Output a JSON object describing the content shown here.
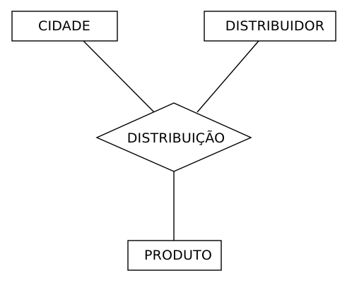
{
  "entities": {
    "cidade": "CIDADE",
    "distribuidor": "DISTRIBUIDOR",
    "produto": "PRODUTO"
  },
  "relationship": {
    "label": "DISTRIBUIÇÃO"
  }
}
